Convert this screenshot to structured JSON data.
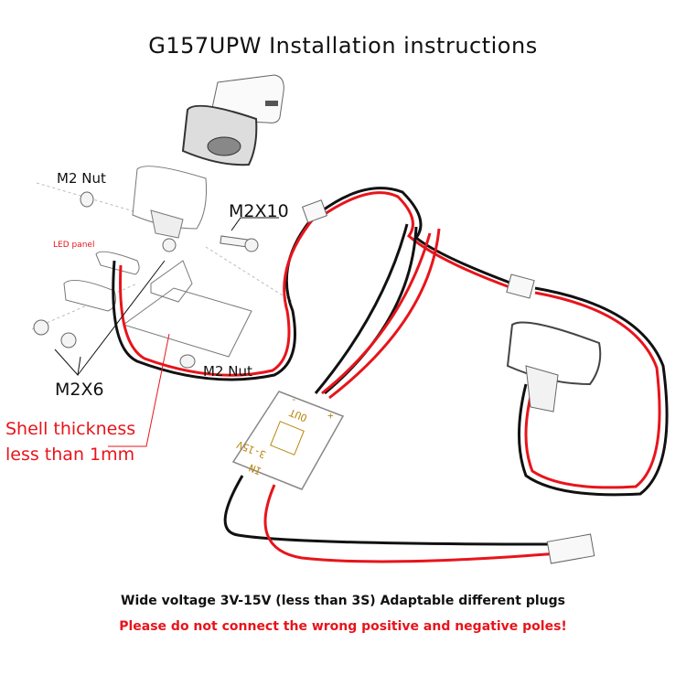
{
  "title": "G157UPW Installation instructions",
  "labels": {
    "m2_nut_top": "M2 Nut",
    "led_panel": "LED panel",
    "m2x10": "M2X10",
    "m2x6": "M2X6",
    "m2_nut_bottom": "M2 Nut",
    "shell_thickness_line1": "Shell thickness",
    "shell_thickness_line2": "less than 1mm"
  },
  "module": {
    "out_label": "OUT",
    "in_label": "IN",
    "voltage_label": "3-15V",
    "plus": "+",
    "minus": "-"
  },
  "notes": {
    "voltage": "Wide voltage 3V-15V (less than 3S) Adaptable different plugs",
    "warning": "Please do not connect the wrong positive and negative poles!"
  },
  "colors": {
    "wire_red": "#e8141b",
    "wire_black": "#111111",
    "label_red": "#e8141b"
  }
}
